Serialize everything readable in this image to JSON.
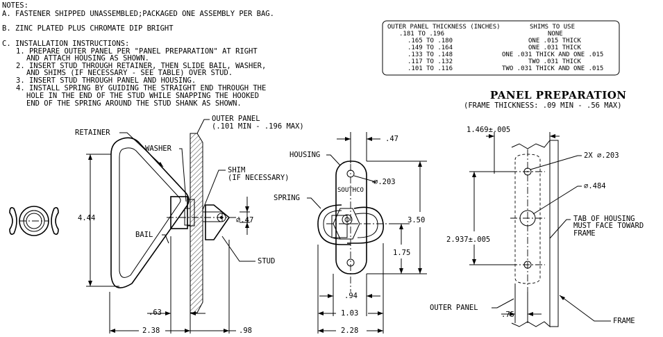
{
  "notes": {
    "header": "NOTES:",
    "a": "A. FASTENER SHIPPED UNASSEMBLED;PACKAGED ONE ASSEMBLY PER BAG.",
    "b": "B. ZINC PLATED PLUS CHROMATE DIP BRIGHT",
    "c": "C. INSTALLATION INSTRUCTIONS:",
    "c1a": "1. PREPARE OUTER PANEL PER \"PANEL PREPARATION\" AT RIGHT",
    "c1b": "AND ATTACH HOUSING AS SHOWN.",
    "c2a": "2. INSERT STUD THROUGH RETAINER, THEN SLIDE BAIL, WASHER,",
    "c2b": "AND SHIMS (IF NECESSARY - SEE TABLE) OVER STUD.",
    "c3": "3. INSERT STUD THROUGH PANEL AND HOUSING.",
    "c4a": "4. INSTALL SPRING BY GUIDING THE STRAIGHT END THROUGH THE",
    "c4b": "HOLE IN THE END OF THE STUD WHILE SNAPPING THE HOOKED",
    "c4c": "END OF THE SPRING AROUND THE STUD SHANK AS SHOWN."
  },
  "shim_table": {
    "col1": "OUTER PANEL THICKNESS (INCHES)",
    "col2": "SHIMS TO USE",
    "rows": [
      [
        "  .181 TO .196",
        "NONE"
      ],
      [
        ".165 TO .180",
        "ONE .015 THICK"
      ],
      [
        ".149 TO .164",
        "ONE .031 THICK"
      ],
      [
        ".133 TO .148",
        "ONE .031 THICK AND ONE .015"
      ],
      [
        ".117 TO .132",
        "TWO .031 THICK"
      ],
      [
        ".101 TO .116",
        "TWO .031 THICK AND ONE .015"
      ]
    ]
  },
  "panel_prep": {
    "title": "PANEL PREPARATION",
    "subtitle": "(FRAME THICKNESS: .09 MIN - .56 MAX)",
    "dim_top": "1.469±.005",
    "dim_holes": "2X ⌀.203",
    "dim_center": "⌀.484",
    "dim_spacing": "2.937±.005",
    "tab_note_1": "TAB OF HOUSING",
    "tab_note_2": "MUST FACE TOWARD",
    "tab_note_3": "FRAME",
    "outer_panel": "OUTER PANEL",
    "frame": "FRAME",
    "dim_75": ".75"
  },
  "side_view": {
    "retainer": "RETAINER",
    "washer": "WASHER",
    "outer_panel_1": "OUTER PANEL",
    "outer_panel_2": "(.101 MIN - .196 MAX)",
    "shim_1": "SHIM",
    "shim_2": "(IF NECESSARY)",
    "bail": "BAIL",
    "stud": "STUD",
    "dim_height": "4.44",
    "dim_47": "⌀.47",
    "dim_63": ".63",
    "dim_238": "2.38",
    "dim_98": ".98"
  },
  "front_view": {
    "housing": "HOUSING",
    "spring": "SPRING",
    "brand": "SOUTHCO",
    "dim_hole": "⌀.203",
    "dim_47": ".47",
    "dim_350": "3.50",
    "dim_175": "1.75",
    "dim_94": ".94",
    "dim_103": "1.03",
    "dim_228": "2.28"
  },
  "icons": {
    "end_view": "end-view-icon"
  }
}
